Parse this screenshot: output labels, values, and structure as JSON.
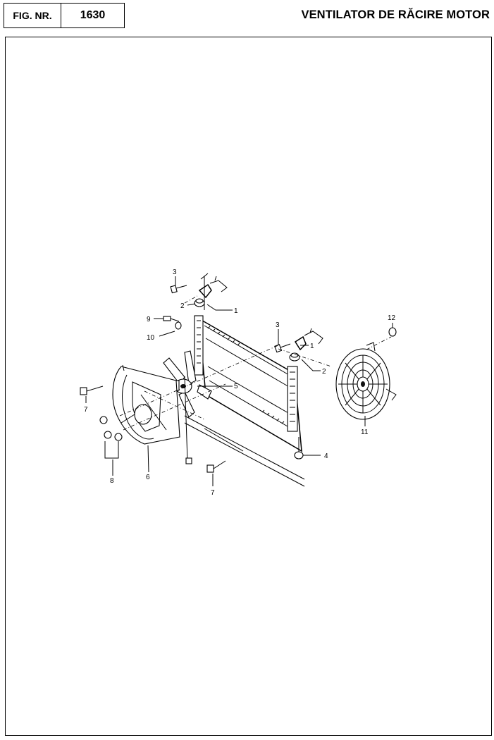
{
  "header": {
    "fig_label": "FIG. NR.",
    "fig_number": "1630",
    "title": "VENTILATOR DE RĂCIRE MOTOR"
  },
  "callouts": {
    "c1a": "1",
    "c1b": "1",
    "c2a": "2",
    "c2b": "2",
    "c3a": "3",
    "c3b": "3",
    "c4": "4",
    "c5": "5",
    "c6": "6",
    "c7a": "7",
    "c7b": "7",
    "c8": "8",
    "c9": "9",
    "c10": "10",
    "c11": "11",
    "c12": "12"
  }
}
